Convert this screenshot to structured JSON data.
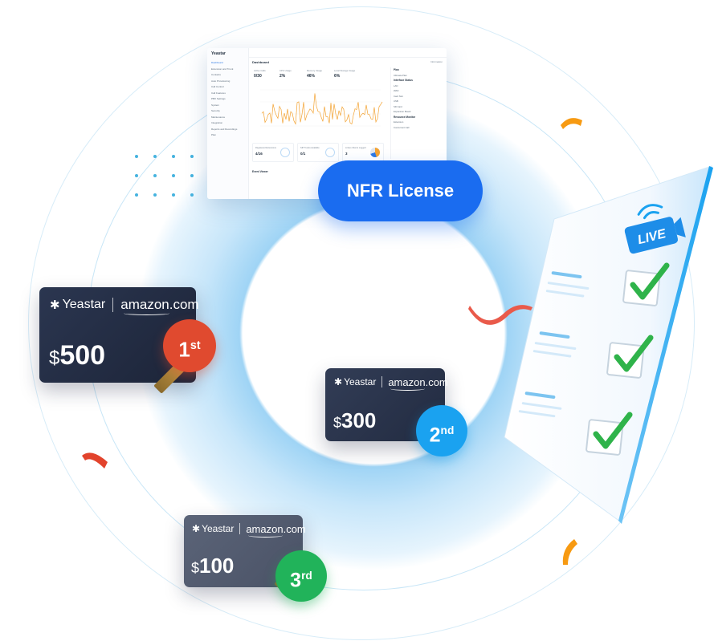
{
  "colors": {
    "primary_blue": "#1a6cf0",
    "gold_ribbon": "#d4a24a",
    "first_badge": "#e04a2f",
    "second_badge": "#1aa2f0",
    "third_badge": "#21b35a",
    "check_green": "#2fb34a"
  },
  "dashboard": {
    "logo": "Yeastar",
    "title": "Dashboard",
    "info_link": "Information",
    "menu": [
      "Dashboard",
      "Extension and Trunk",
      "Contacts",
      "Auto Provisioning",
      "Call Control",
      "Call Features",
      "PBX Settings",
      "System",
      "Security",
      "Maintenance",
      "Integration",
      "Reports and Recordings",
      "Plan"
    ],
    "stats": [
      {
        "label": "Active Calls",
        "value": "0/30"
      },
      {
        "label": "CPU Usage",
        "value": "2%"
      },
      {
        "label": "Memory Usage",
        "value": "46%"
      },
      {
        "label": "Local Storage Usage",
        "value": "6%"
      }
    ],
    "panel": {
      "plan_title": "Plan",
      "plan_name": "Ultimate Plan",
      "interface_title": "Interface Status",
      "interfaces": [
        "LAN",
        "WAN",
        "Card Slot",
        "USB",
        "SD Card",
        "Expansion Board"
      ],
      "resource_title": "Resource Monitor",
      "resources": [
        "Extension",
        "Concurrent Call"
      ]
    },
    "cards": [
      {
        "label": "Registered Extensions",
        "value": "4/16"
      },
      {
        "label": "SIP Trunks Available",
        "value": "0/1"
      },
      {
        "label": "Linkus Clients Logged",
        "value": "3"
      }
    ],
    "event_title": "Event Viewer"
  },
  "nfr_label": "NFR License",
  "gift_cards": [
    {
      "brand": "Yeastar",
      "partner": "amazon.com",
      "currency": "$",
      "amount": "500",
      "rank": "1",
      "suffix": "st"
    },
    {
      "brand": "Yeastar",
      "partner": "amazon.com",
      "currency": "$",
      "amount": "300",
      "rank": "2",
      "suffix": "nd"
    },
    {
      "brand": "Yeastar",
      "partner": "amazon.com",
      "currency": "$",
      "amount": "100",
      "rank": "3",
      "suffix": "rd"
    }
  ],
  "live_badge": "LIVE",
  "icons": [
    "yeastar-logo-icon",
    "amazon-smile-icon",
    "live-broadcast-icon",
    "checkmark-icon"
  ]
}
